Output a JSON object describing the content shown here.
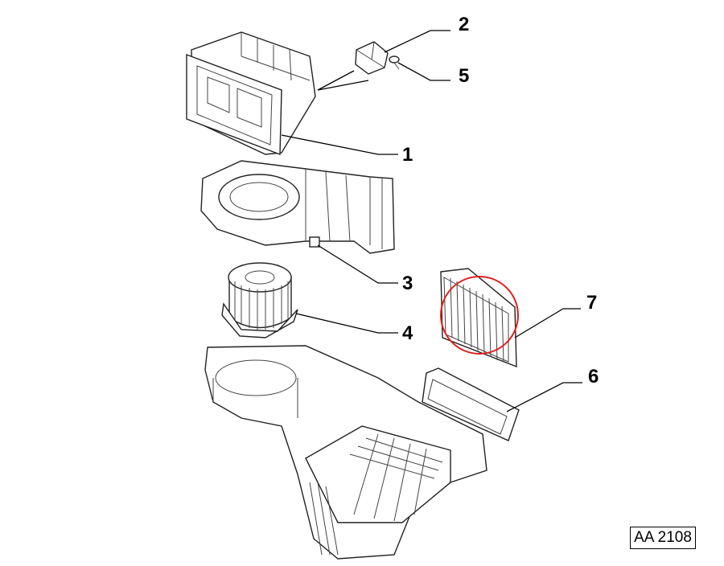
{
  "diagram": {
    "callouts": [
      {
        "id": "1",
        "label": "1"
      },
      {
        "id": "2",
        "label": "2"
      },
      {
        "id": "3",
        "label": "3"
      },
      {
        "id": "4",
        "label": "4"
      },
      {
        "id": "5",
        "label": "5"
      },
      {
        "id": "6",
        "label": "6"
      },
      {
        "id": "7",
        "label": "7"
      }
    ],
    "highlight_color": "#e02020",
    "reference_code": "AA 2108"
  }
}
